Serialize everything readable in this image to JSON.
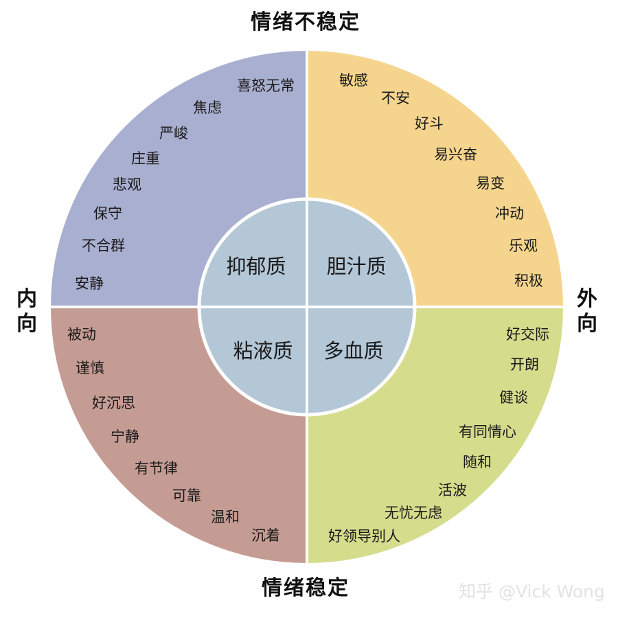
{
  "axes": {
    "top": "情绪不稳定",
    "bottom": "情绪稳定",
    "left": "内向",
    "right": "外向"
  },
  "quadrants": [
    {
      "id": "tl",
      "color": "#a9afd0",
      "temperament": "抑郁质",
      "traits": [
        "喜怒无常",
        "焦虑",
        "严峻",
        "庄重",
        "悲观",
        "保守",
        "不合群",
        "安静"
      ]
    },
    {
      "id": "tr",
      "color": "#f5d58e",
      "temperament": "胆汁质",
      "traits": [
        "敏感",
        "不安",
        "好斗",
        "易兴奋",
        "易变",
        "冲动",
        "乐观",
        "积极"
      ]
    },
    {
      "id": "bl",
      "color": "#c59c94",
      "temperament": "粘液质",
      "traits": [
        "被动",
        "谨慎",
        "好沉思",
        "宁静",
        "有节律",
        "可靠",
        "温和",
        "沉着"
      ]
    },
    {
      "id": "br",
      "color": "#d5dc8c",
      "temperament": "多血质",
      "traits": [
        "好交际",
        "开朗",
        "健谈",
        "有同情心",
        "随和",
        "活波",
        "无忧无虑",
        "好领导别人"
      ]
    }
  ],
  "inner_color": "#b3c7d7",
  "watermark": "知乎 @Vick Wong"
}
